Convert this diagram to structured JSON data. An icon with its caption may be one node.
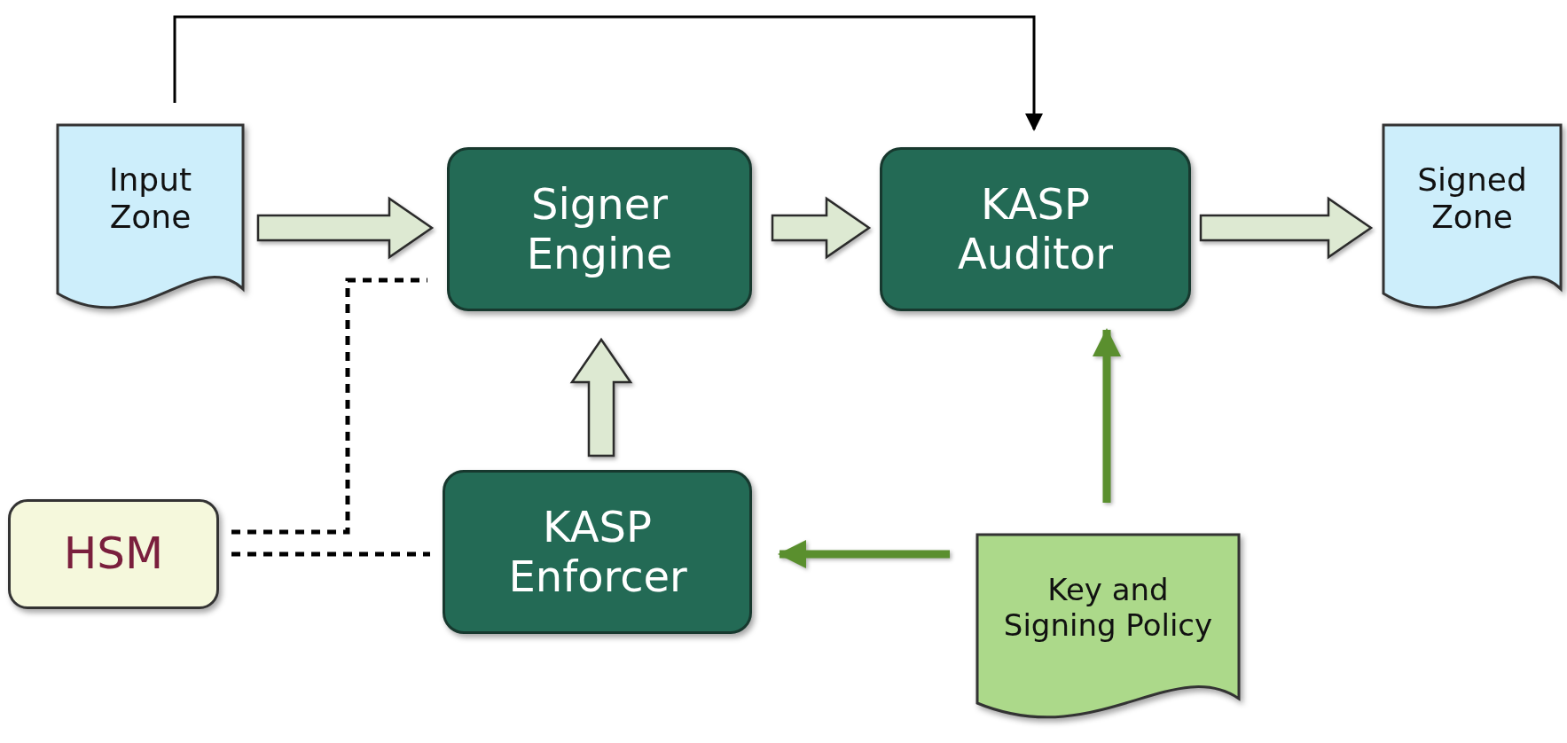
{
  "diagram": {
    "nodes": [
      {
        "text": [
          "Input Zone"
        ]
      },
      {
        "text": [
          "Signer Engine"
        ]
      },
      {
        "text": [
          "KASP Auditor"
        ]
      },
      {
        "text": [
          "Signed Zone"
        ]
      },
      {
        "text": [
          "HSM"
        ]
      },
      {
        "text": [
          "KASP Enforcer"
        ]
      },
      {
        "text": [
          "Key and Signing Policy"
        ]
      }
    ],
    "edges": [
      {
        "from": 0,
        "to": 1,
        "arrow": "to",
        "style": "thick"
      },
      {
        "from": 1,
        "to": 2,
        "arrow": "to",
        "style": "thick"
      },
      {
        "from": 2,
        "to": 3,
        "arrow": "to",
        "style": "thick"
      },
      {
        "from": 5,
        "to": 1,
        "arrow": "to",
        "style": "thick"
      },
      {
        "from": 0,
        "to": 2,
        "arrow": "to",
        "color": "#000000"
      },
      {
        "from": 6,
        "to": 5,
        "arrow": "to",
        "style": "thick",
        "color": "#5a8f2e"
      },
      {
        "from": 6,
        "to": 2,
        "arrow": "to",
        "style": "thick",
        "color": "#5a8f2e"
      },
      {
        "from": 4,
        "to": 1,
        "arrow": "none",
        "style": "dashed",
        "color": "#000000"
      },
      {
        "from": 4,
        "to": 5,
        "arrow": "none",
        "style": "dashed",
        "color": "#000000"
      }
    ]
  }
}
